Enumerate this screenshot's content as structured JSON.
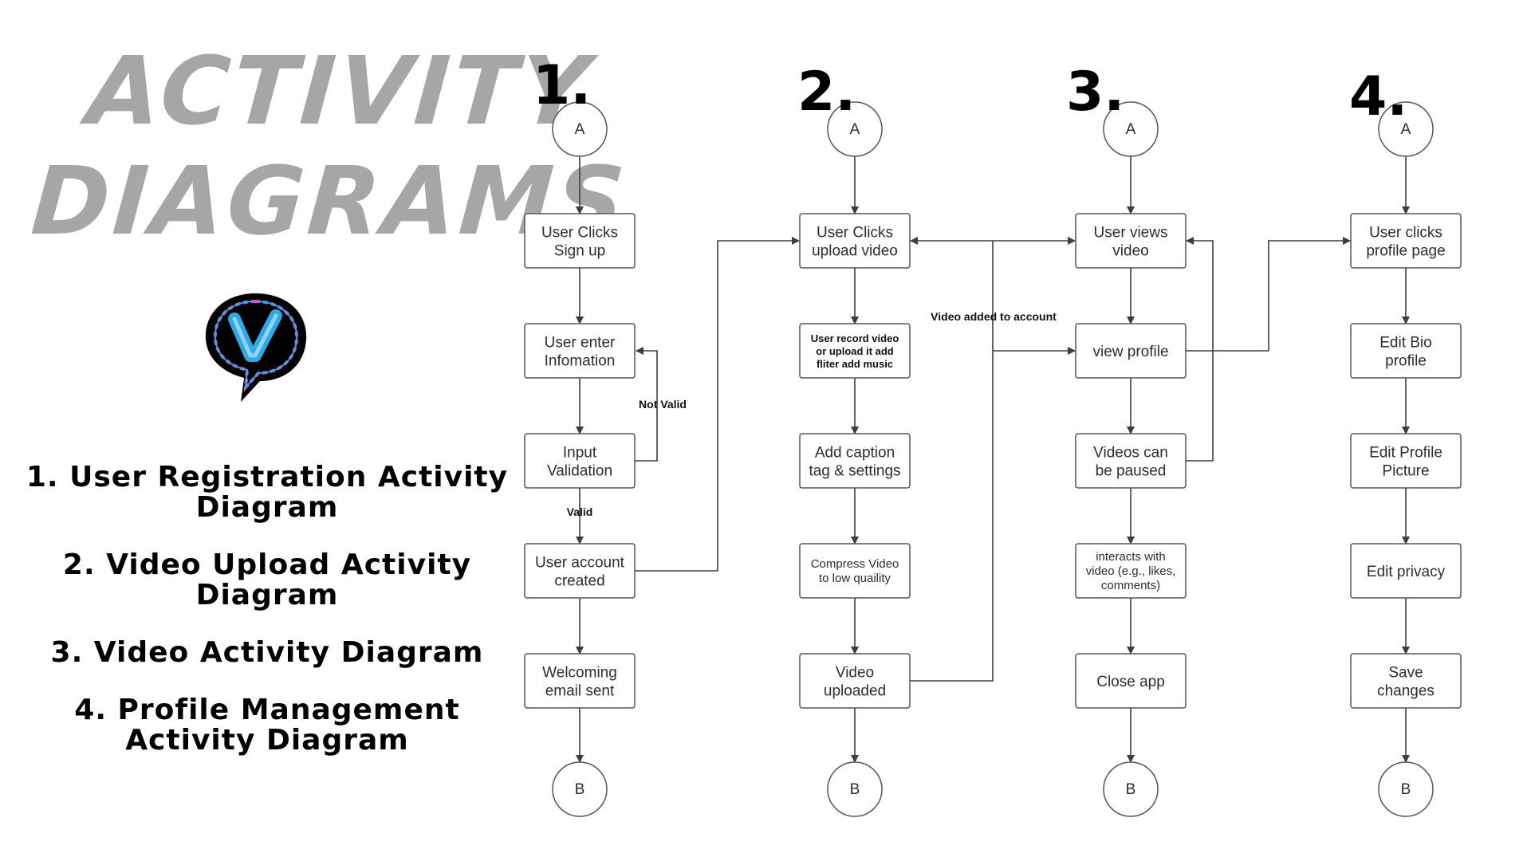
{
  "heading": {
    "line1": "ACTIVITY",
    "line2": "DIAGRAMS"
  },
  "legend": [
    "1. User Registration Activity Diagram",
    "2. Video Upload Activity Diagram",
    "3. Video Activity Diagram",
    "4. Profile Management Activity Diagram"
  ],
  "diagrams": [
    {
      "number": "1.",
      "start": "A",
      "end": "B",
      "nodes": [
        "User Clicks Sign up",
        "User enter Infomation",
        "Input Validation",
        "User account created",
        "Welcoming email sent"
      ]
    },
    {
      "number": "2.",
      "start": "A",
      "end": "B",
      "nodes": [
        "User Clicks upload video",
        "User record video or upload it add fliter add music",
        "Add caption tag & settings",
        "Compress Video to low quaility",
        "Video uploaded"
      ]
    },
    {
      "number": "3.",
      "start": "A",
      "end": "B",
      "nodes": [
        "User views video",
        "view profile",
        "Videos can be paused",
        "interacts with video (e.g., likes, comments)",
        "Close app"
      ]
    },
    {
      "number": "4.",
      "start": "A",
      "end": "B",
      "nodes": [
        "User clicks profile page",
        "Edit Bio profile",
        "Edit Profile Picture",
        "Edit privacy",
        "Save changes"
      ]
    }
  ],
  "edge_labels": {
    "not_valid": "Not Valid",
    "valid": "Valid",
    "video_added": "Video added to account"
  },
  "colors": {
    "title": "#a6a6a6",
    "box_stroke": "#555555",
    "edge": "#3d3d3d",
    "logo_bg": "#000000",
    "logo_accent": "#2fa8e8",
    "logo_accent_2": "#d94fbf"
  }
}
